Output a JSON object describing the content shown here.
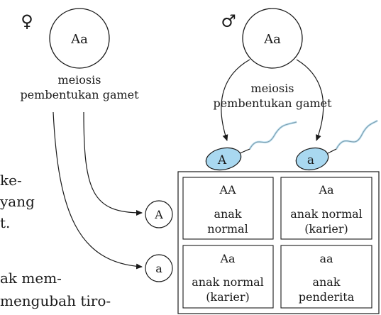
{
  "female": {
    "symbol": "♀",
    "genotype": "Aa",
    "process_line1": "meiosis",
    "process_line2": "pembentukan gamet"
  },
  "male": {
    "symbol": "♂",
    "genotype": "Aa",
    "process_line1": "meiosis",
    "process_line2": "pembentukan gamet"
  },
  "female_gametes": [
    "A",
    "a"
  ],
  "sperm_gametes": [
    "A",
    "a"
  ],
  "sperm_color": "#a9d8f0",
  "punnett": {
    "cells": [
      {
        "genotype": "AA",
        "line1": "anak",
        "line2": "normal"
      },
      {
        "genotype": "Aa",
        "line1": "anak normal",
        "line2": "(karier)"
      },
      {
        "genotype": "Aa",
        "line1": "anak normal",
        "line2": "(karier)"
      },
      {
        "genotype": "aa",
        "line1": "anak",
        "line2": "penderita"
      }
    ]
  },
  "side_text": {
    "line1": "ke-",
    "line2": "yang",
    "line3": "t.",
    "line4": "ak mem-",
    "line5": "mengubah tiro-"
  }
}
